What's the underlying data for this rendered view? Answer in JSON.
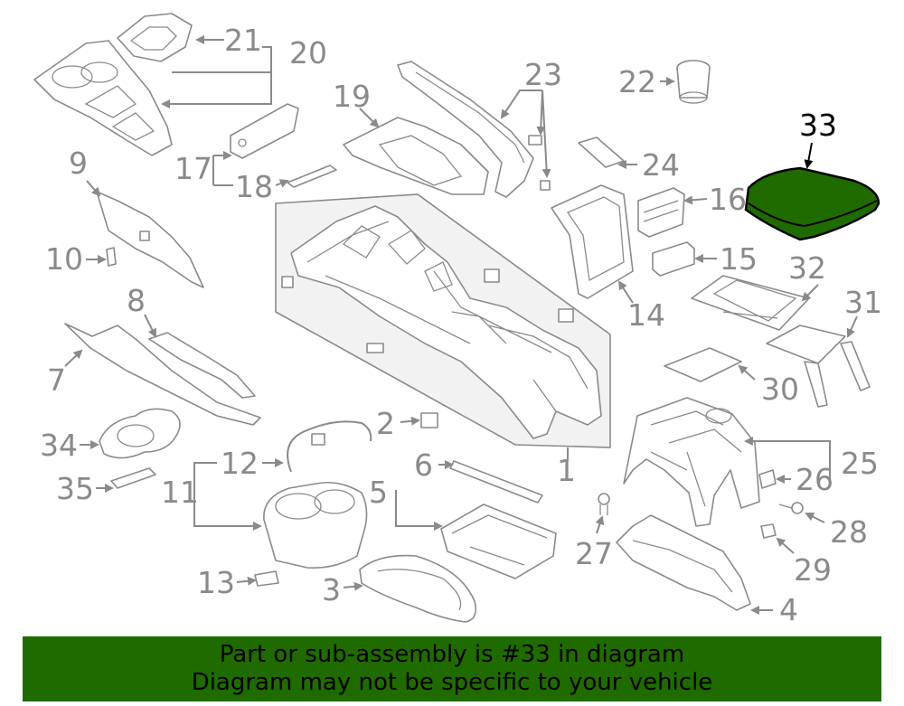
{
  "callouts": [
    "1",
    "2",
    "3",
    "4",
    "5",
    "6",
    "7",
    "8",
    "9",
    "10",
    "11",
    "12",
    "13",
    "14",
    "15",
    "16",
    "17",
    "18",
    "19",
    "20",
    "21",
    "22",
    "23",
    "24",
    "25",
    "26",
    "27",
    "28",
    "29",
    "30",
    "31",
    "32",
    "33",
    "34",
    "35"
  ],
  "highlighted_part": "33",
  "highlight_color": "#1f6b00",
  "banner": {
    "line1": "Part or sub-assembly is #33 in diagram",
    "line2": "Diagram may not be specific to your vehicle"
  }
}
